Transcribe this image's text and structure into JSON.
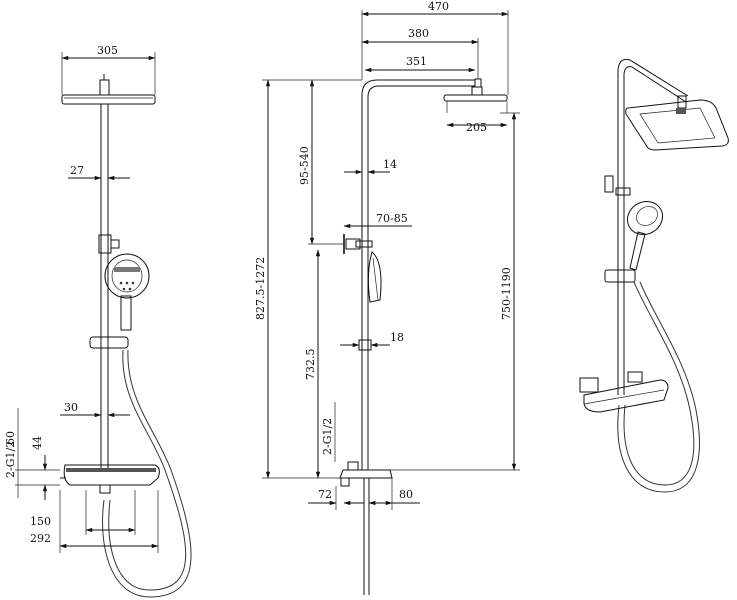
{
  "drawing": {
    "front_view": {
      "dims": {
        "head_width": "305",
        "arm_depth": "27",
        "pipe_offset": "30",
        "thread": "2-G1/2",
        "spacing_60": "60",
        "height_44": "44",
        "body_150": "150",
        "body_292": "292"
      }
    },
    "side_view": {
      "dims": {
        "top_470": "470",
        "arm_380": "380",
        "arm_351": "351",
        "head_205": "205",
        "slide_14": "14",
        "rail_70_85": "70-85",
        "holder_18": "18",
        "height_95_540": "95-540",
        "height_827": "827.5-1272",
        "height_7325": "732.5",
        "height_750": "750-1190",
        "thread_side": "2-G1/2",
        "depth_72": "72",
        "depth_80": "80"
      }
    }
  }
}
